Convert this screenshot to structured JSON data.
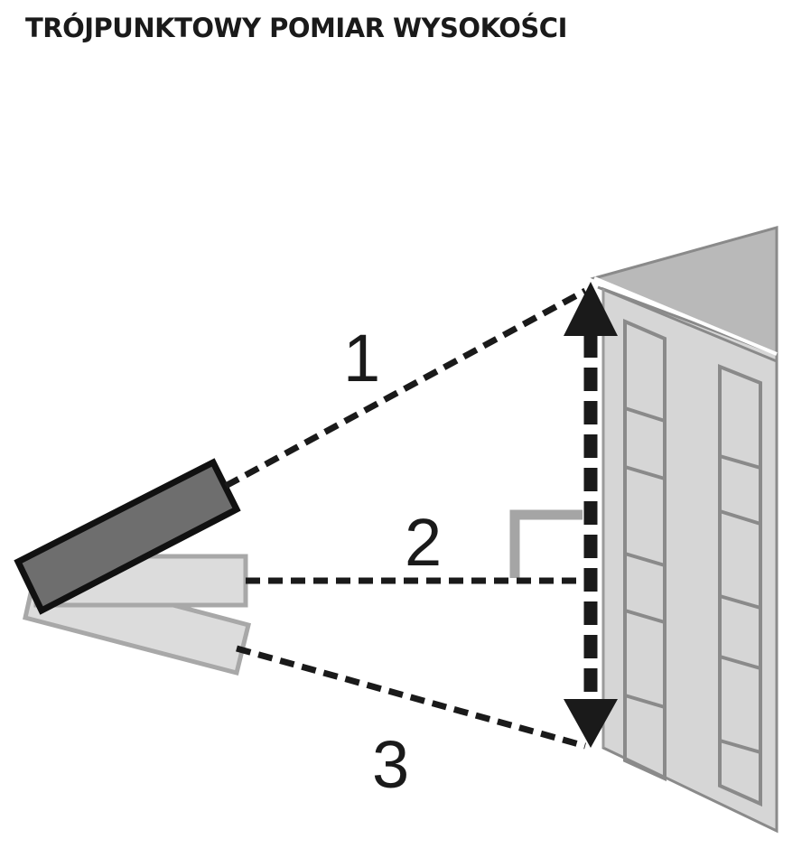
{
  "title": "TRÓJPUNKTOWY POMIAR WYSOKOŚCI",
  "labels": {
    "measurement_1": "1",
    "measurement_2": "2",
    "measurement_3": "3"
  },
  "colors": {
    "text": "#1a1a1a",
    "dashed_line": "#1a1a1a",
    "device_active_fill": "#6e6e6e",
    "device_ghost_fill": "#dcdcdc",
    "device_ghost_stroke": "#a8a8a8",
    "building_fill": "#d6d6d6",
    "roof_fill": "#b9b9b9",
    "right_angle_marker": "#a5a5a5"
  },
  "icons": {
    "device": "laser-distance-meter",
    "building": "building",
    "right_angle": "right-angle-marker",
    "height_arrow": "double-headed-arrow"
  }
}
